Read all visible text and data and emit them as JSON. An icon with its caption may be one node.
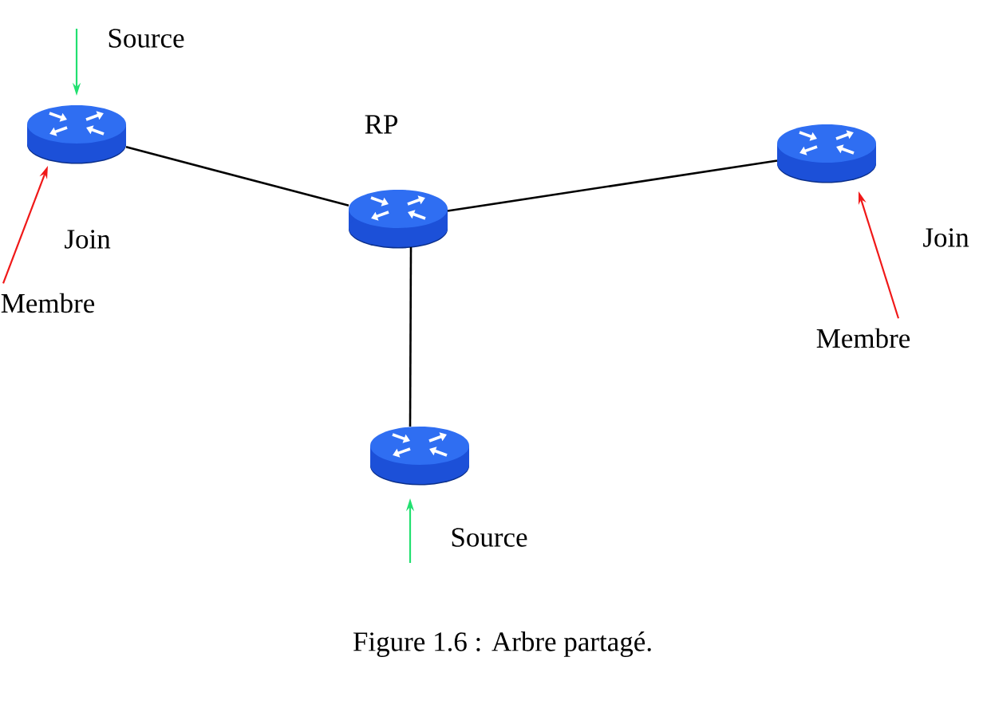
{
  "diagram": {
    "caption": "Figure 1.6 : Arbre partagé.",
    "nodes": [
      {
        "text": [],
        "shape": "picture"
      },
      {
        "text": [],
        "shape": "picture"
      },
      {
        "text": [],
        "shape": "picture",
        "beside": [
          "RP"
        ]
      },
      {
        "text": [
          "Membre"
        ]
      },
      {
        "text": [
          "Membre"
        ]
      },
      {
        "text": [],
        "shape": "picture"
      }
    ],
    "edges": [
      {
        "from": null,
        "to": 0,
        "arrow": "to",
        "color": "#22e070",
        "label": "Source"
      },
      {
        "from": 3,
        "to": 0,
        "arrow": "to",
        "color": "#f01818",
        "label": "Join"
      },
      {
        "from": 0,
        "to": 2,
        "arrow": "none"
      },
      {
        "from": 2,
        "to": 1,
        "arrow": "none"
      },
      {
        "from": 4,
        "to": 1,
        "arrow": "to",
        "color": "#f01818",
        "label": "Join"
      },
      {
        "from": 2,
        "to": 5,
        "arrow": "none"
      },
      {
        "from": null,
        "to": 5,
        "arrow": "to",
        "color": "#22e070",
        "label": "Source"
      }
    ]
  }
}
